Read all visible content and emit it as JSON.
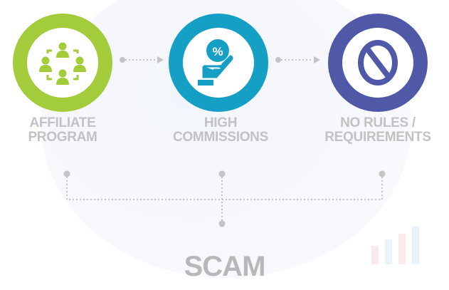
{
  "steps": [
    {
      "line1": "AFFILIATE",
      "line2": "PROGRAM",
      "icon": "people-network-icon",
      "color": "#a3cc3b"
    },
    {
      "line1": "HIGH",
      "line2": "COMMISSIONS",
      "icon": "hand-percent-icon",
      "color": "#159fc4"
    },
    {
      "line1": "NO RULES /",
      "line2": "REQUIREMENTS",
      "icon": "prohibited-icon",
      "color": "#5058a8"
    }
  ],
  "result": {
    "label": "SCAM"
  },
  "connector_color": "#c4c4c6"
}
